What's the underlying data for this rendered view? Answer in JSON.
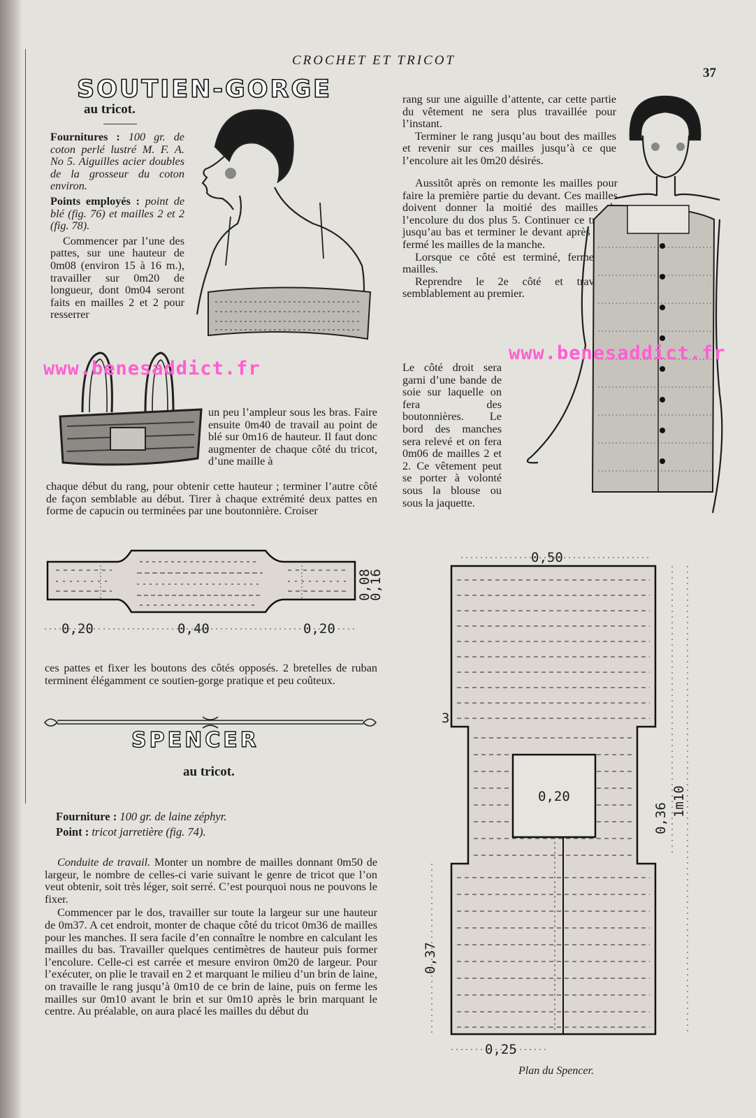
{
  "header": {
    "running_title": "CROCHET ET TRICOT",
    "page_number": "37"
  },
  "article1": {
    "title": "SOUTIEN-GORGE",
    "subtitle": "au tricot.",
    "fournitures_label": "Fournitures :",
    "fournitures_text": "100 gr. de coton perlé lustré M. F. A. No 5. Aiguilles acier doubles de la grosseur du coton environ.",
    "points_label": "Points employés :",
    "points_text": "point de blé (fig. 76) et mailles 2 et 2 (fig. 78).",
    "para1": "Commencer par l’une des pattes, sur une hauteur de 0m08 (environ 15 à 16 m.), travailler sur 0m20 de longueur, dont 0m04 seront faits en mailles 2 et 2 pour resserrer",
    "para2a": "un peu l’ampleur sous les bras. Faire ensuite 0m40 de travail au point de blé sur 0m16 de hauteur. Il faut donc augmenter de chaque côté du tricot, d’une maille à",
    "para2b": "chaque début du rang, pour obtenir cette hauteur ; terminer l’autre côté de façon semblable au début. Tirer à chaque extrémité deux pattes en forme de capucin ou terminées par une boutonnière. Croiser",
    "para3": "ces pattes et fixer les boutons des côtés opposés. 2 bretelles de ruban terminent élégamment ce soutien-gorge pratique et peu coûteux.",
    "diagram": {
      "dim_left": "0,20",
      "dim_mid": "0,40",
      "dim_right": "0,20",
      "dim_h1": "0,08",
      "dim_h2": "0,16"
    }
  },
  "article1_cont": {
    "para_a": "rang sur une aiguille d’attente, car cette partie du vêtement ne sera plus travaillée pour l’instant.",
    "para_b": "Terminer le rang jusqu’au bout des mailles et revenir sur ces mailles jusqu’à ce que l’encolure ait les 0m20 désirés.",
    "para_c": "Aussitôt après on remonte les mailles pour faire la première partie du devant. Ces mailles doivent donner la moitié des mailles de l’encolure du dos plus 5. Continuer ce travail jusqu’au bas et terminer le devant après avoir fermé les mailles de la manche.",
    "para_d": "Lorsque ce côté est terminé, fermer les mailles.",
    "para_e": "Reprendre le 2e côté et travailler semblablement au premier.",
    "para_f": "Le côté droit sera garni d’une bande de soie sur laquelle on fera des boutonnières. Le bord des manches sera relevé et on fera 0m06 de mailles 2 et 2. Ce vêtement peut se porter à volonté sous la blouse ou sous la jaquette."
  },
  "watermark": {
    "text": "www.benesaddict.fr"
  },
  "article2": {
    "title": "SPENCER",
    "subtitle": "au tricot.",
    "fourniture_label": "Fourniture :",
    "fourniture_text": "100 gr. de laine zéphyr.",
    "point_label": "Point :",
    "point_text": "tricot jarretière (fig. 74).",
    "conduite_label": "Conduite de travail.",
    "para1": "Monter un nombre de mailles donnant 0m50 de largeur, le nombre de celles-ci varie suivant le genre de tricot que l’on veut obtenir, soit très léger, soit serré. C’est pourquoi nous ne pouvons le fixer.",
    "para2": "Commencer par le dos, travailler sur toute la largeur sur une hauteur de 0m37. A cet endroit, monter de chaque côté du tricot 0m36 de mailles pour les manches. Il sera facile d’en connaître le nombre en calculant les mailles du bas. Travailler quelques centimètres de hauteur puis former l’encolure. Celle-ci est carrée et mesure environ 0m20 de largeur. Pour l’exécuter, on plie le travail en 2 et marquant le milieu d’un brin de laine, on travaille le rang jusqu’à 0m10 de ce brin de laine, puis on ferme les mailles sur 0m10 avant le brin et sur 0m10 après le brin marquant le centre. Au préalable, on aura placé les mailles du début du"
  },
  "plan": {
    "dim_top": "0,50",
    "dim_neck": "0,20",
    "dim_bottom": "0,25",
    "dim_sleeve": "0,36",
    "dim_total": "1m10",
    "dim_side": "0,37",
    "dim_small": "3",
    "caption": "Plan du Spencer."
  }
}
